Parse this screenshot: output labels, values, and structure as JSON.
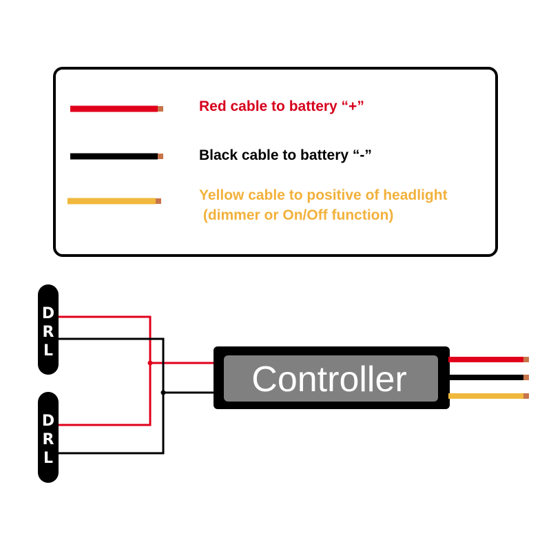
{
  "legend": {
    "red_label": "Red cable to battery “+”",
    "black_label": "Black cable to battery “-”",
    "yellow_label_line1": "Yellow cable to positive of headlight",
    "yellow_label_line2": " (dimmer or On/Off function)"
  },
  "drl_top": {
    "letters": [
      "D",
      "R",
      "L"
    ]
  },
  "drl_bottom": {
    "letters": [
      "D",
      "R",
      "L"
    ]
  },
  "controller": {
    "label": "Controller"
  },
  "colors": {
    "red": "#e0001b",
    "black": "#000000",
    "yellow": "#f0b83c",
    "copper": "#c8744a",
    "controller_body": "#000000",
    "controller_panel": "#808080",
    "red_text": "#d7001c",
    "yellow_text": "#f2b13b"
  }
}
